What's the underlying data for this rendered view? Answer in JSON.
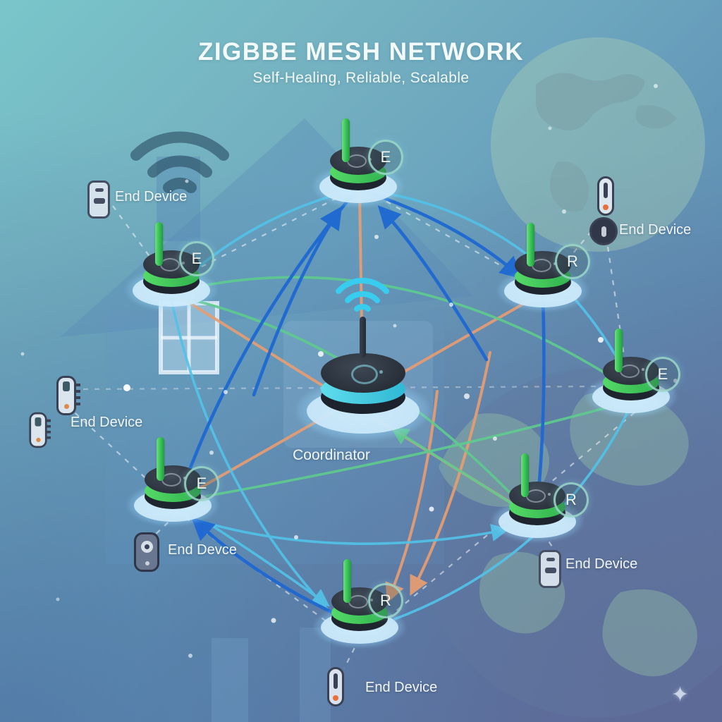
{
  "header": {
    "title": "ZIGBBE MESH NETWORK",
    "subtitle": "Self-Healing, Reliable, Scalable"
  },
  "coordinator": {
    "label": "Coordinator"
  },
  "nodes": [
    {
      "id": "top",
      "badge": "E"
    },
    {
      "id": "upper-left",
      "badge": "E"
    },
    {
      "id": "upper-right",
      "badge": "R"
    },
    {
      "id": "right",
      "badge": "E"
    },
    {
      "id": "lower-left",
      "badge": "E"
    },
    {
      "id": "lower-right",
      "badge": "R"
    },
    {
      "id": "bottom",
      "badge": "R"
    }
  ],
  "end_devices": [
    {
      "id": "left-top",
      "label": "End Device"
    },
    {
      "id": "right-top",
      "label": "End Device"
    },
    {
      "id": "left-middle",
      "label": "End Device"
    },
    {
      "id": "bottom-left",
      "label": "End Devce"
    },
    {
      "id": "bottom-right",
      "label": "End Device"
    },
    {
      "id": "bottom-center",
      "label": "End Device"
    }
  ],
  "colors": {
    "router_accent": "#3ed35c",
    "coordinator_accent": "#3fd0e8",
    "link_blue": "#1e68d2",
    "link_cyan": "#52c2e8",
    "link_green": "#5ecb8e",
    "link_orange": "#e79d72",
    "background_top": "#79c6ca",
    "background_bottom": "#5d6b97"
  }
}
